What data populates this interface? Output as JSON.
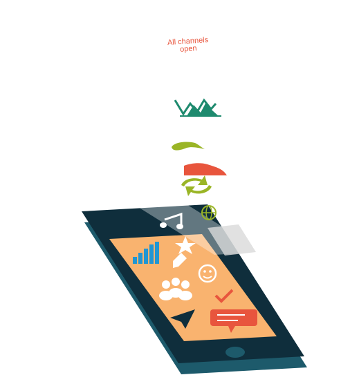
{
  "caption": {
    "line1": "All channels",
    "line2": "open"
  },
  "colors": {
    "phone_body": "#0f2e3c",
    "phone_edge": "#1d5a6b",
    "screen": "#f9b36f",
    "accent_red": "#e8553d",
    "accent_green": "#9ab526",
    "accent_teal": "#1e8a6e",
    "accent_blue": "#2196d3",
    "icon_white": "#ffffff"
  },
  "icons": [
    "chart-trend-icon",
    "green-blob-icon",
    "red-shoe-icon",
    "recycle-icon",
    "globe-icon",
    "music-note-icon",
    "star-pencil-icon",
    "bar-chart-icon",
    "smiley-icon",
    "people-icon",
    "checkmark-icon",
    "paper-plane-icon",
    "chat-bubble-icon",
    "home-button"
  ]
}
